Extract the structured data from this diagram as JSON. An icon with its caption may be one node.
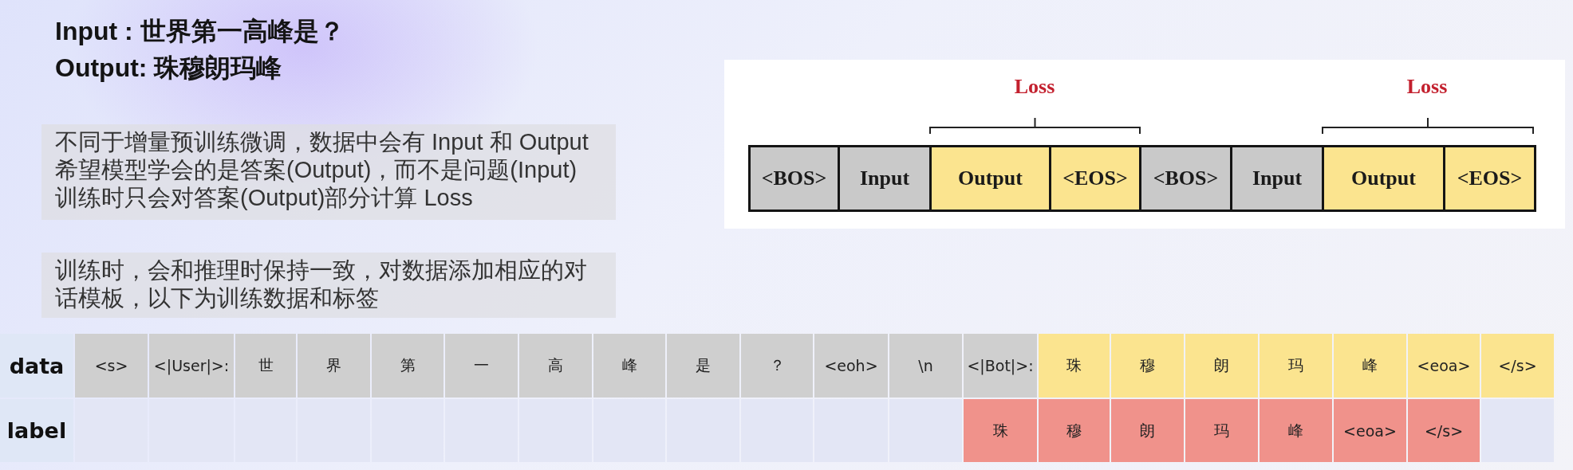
{
  "diagram": {
    "nodes": [
      {
        "text": [
          "不同于增量预训练微调，数据中会有 Input 和 Output",
          "希望模型学会的是答案(Output)，而不是问题(Input)",
          "训练时只会对答案(Output)部分计算 Loss"
        ]
      },
      {
        "text": [
          "训练时，会和推理时保持一致，对数据添加相应的对话模板，以下为训练数据和标签"
        ]
      },
      {
        "text": [
          "<BOS>"
        ]
      },
      {
        "text": [
          "Input"
        ]
      },
      {
        "text": [
          "Output"
        ]
      },
      {
        "text": [
          "<EOS>"
        ]
      },
      {
        "text": [
          "<BOS>"
        ]
      },
      {
        "text": [
          "Input"
        ]
      },
      {
        "text": [
          "Output"
        ]
      },
      {
        "text": [
          "<EOS>"
        ]
      }
    ],
    "labels": [
      "Input : 世界第一高峰是？",
      "Output: 珠穆朗玛峰",
      "Loss",
      "Loss",
      "data",
      "<s>",
      "<|User|>:",
      "世",
      "界",
      "第",
      "一",
      "高",
      "峰",
      "是",
      "？",
      "<eoh>",
      "\\n",
      "<|Bot|>:",
      "珠",
      "穆",
      "朗",
      "玛",
      "峰",
      "<eoa>",
      "</s>",
      "label",
      "珠",
      "穆",
      "朗",
      "玛",
      "峰",
      "<eoa>",
      "</s>"
    ]
  }
}
